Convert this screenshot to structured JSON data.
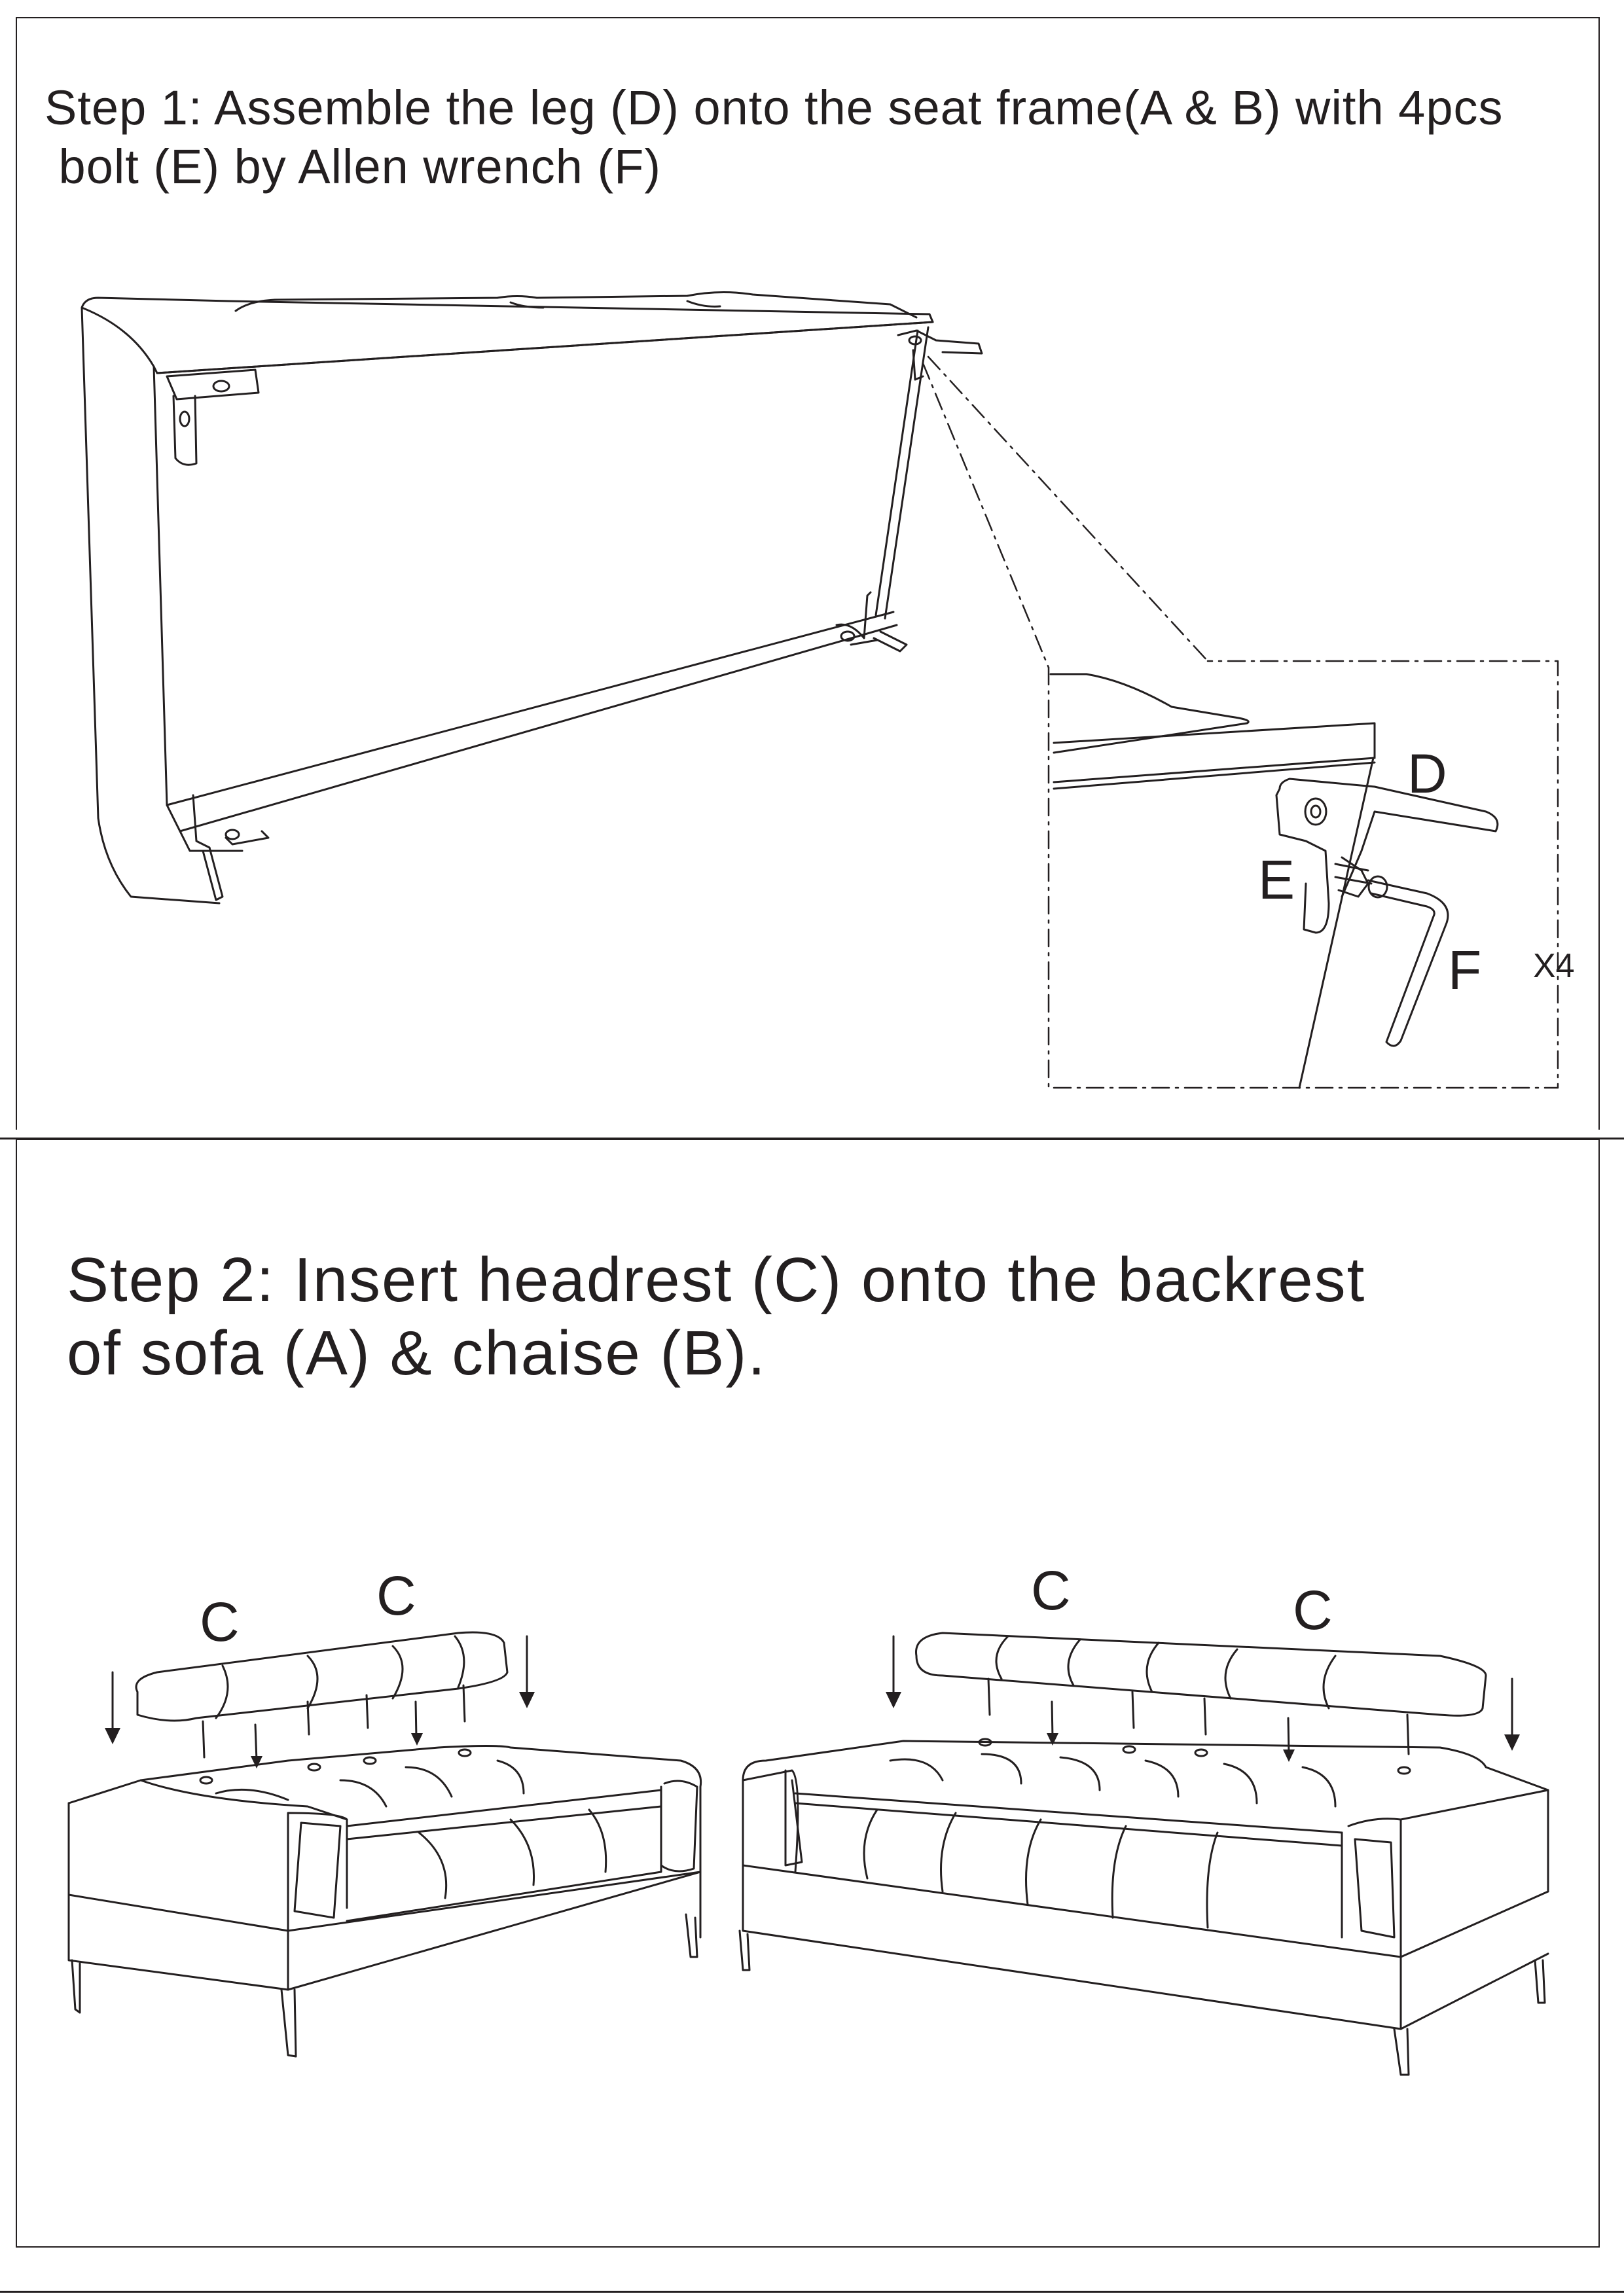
{
  "step1": {
    "line1": "Step 1: Assemble the leg (D) onto the seat frame(A & B) with 4pcs",
    "line2": " bolt (E) by Allen wrench (F)"
  },
  "detail_labels": {
    "leg": "D",
    "bolt": "E",
    "wrench": "F",
    "quantity": "X4"
  },
  "step2": {
    "line1": "Step 2: Insert headrest (C) onto the backrest",
    "line2": "of sofa (A) & chaise (B)."
  },
  "headrest_labels": [
    "C",
    "C",
    "C",
    "C"
  ],
  "colors": {
    "ink": "#231f20",
    "background": "#ffffff"
  }
}
